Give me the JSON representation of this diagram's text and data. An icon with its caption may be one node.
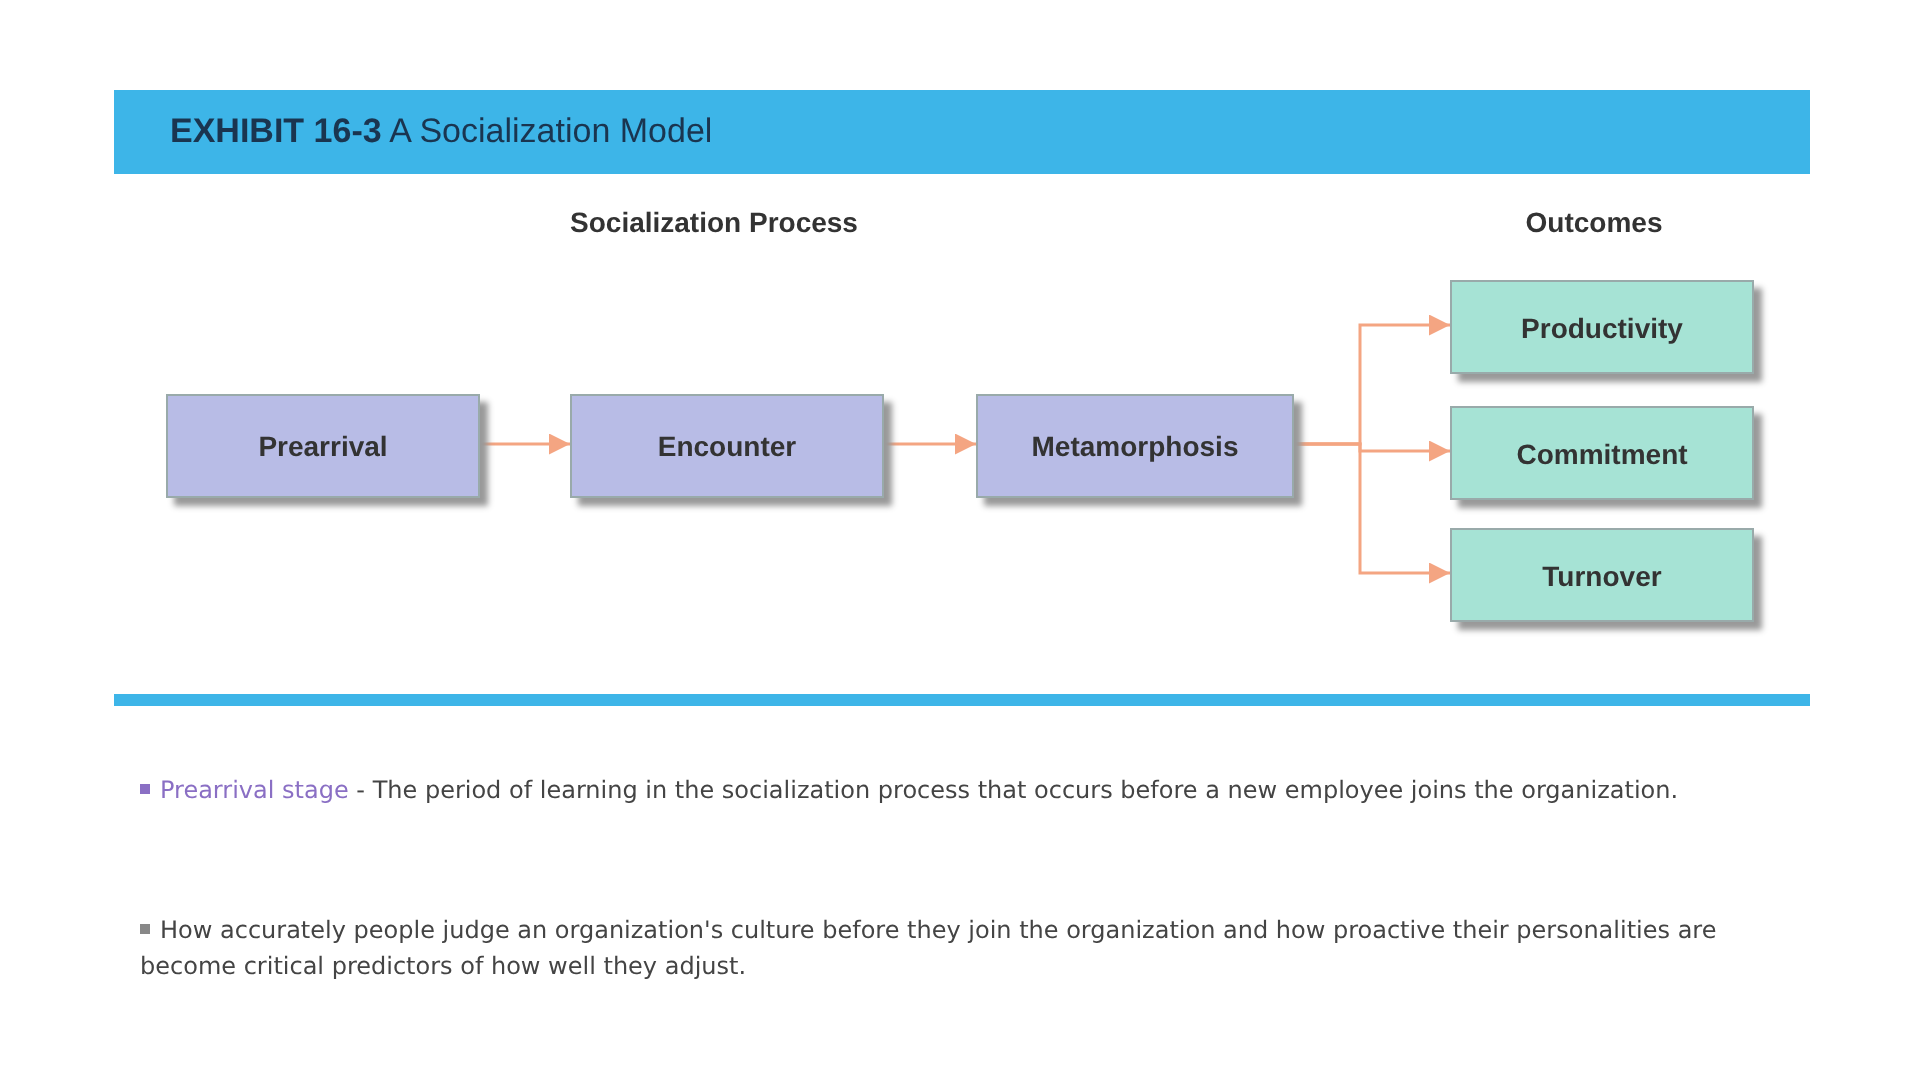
{
  "diagram": {
    "title": "**EXHIBIT 16-3** A Socialization Model",
    "nodes": [
      {
        "text": [
          "Prearrival"
        ]
      },
      {
        "text": [
          "Encounter"
        ]
      },
      {
        "text": [
          "Metamorphosis"
        ]
      },
      {
        "text": [
          "Productivity"
        ]
      },
      {
        "text": [
          "Commitment"
        ]
      },
      {
        "text": [
          "Turnover"
        ]
      }
    ],
    "edges": [
      {
        "from": 0,
        "to": 1,
        "arrow": "to"
      },
      {
        "from": 1,
        "to": 2,
        "arrow": "to"
      },
      {
        "from": 2,
        "to": 3,
        "arrow": "to"
      },
      {
        "from": 2,
        "to": 4,
        "arrow": "to"
      },
      {
        "from": 2,
        "to": 5,
        "arrow": "to"
      }
    ],
    "labels": [
      "Socialization Process",
      "Outcomes",
      "Prearrival stage",
      "- The period of learning in the socialization process that occurs before a new employee joins the organization.",
      "How accurately people judge an organization's culture before they join the organization and how proactive their personalities are become critical predictors of how well they adjust."
    ]
  }
}
